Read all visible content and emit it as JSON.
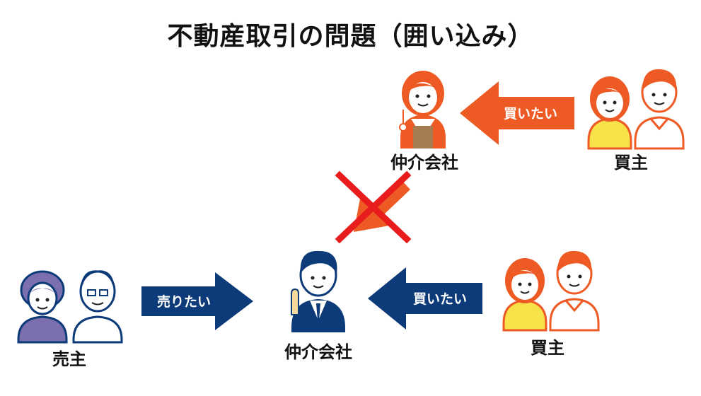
{
  "title": "不動産取引の問題（囲い込み）",
  "labels": {
    "agent_top": "仲介会社",
    "buyer_top": "買主",
    "seller": "売主",
    "agent_bottom": "仲介会社",
    "buyer_bottom": "買主"
  },
  "arrows": {
    "buyer_top_to_agent": "買いたい",
    "seller_to_agent": "売りたい",
    "buyer_bottom_to_agent": "買いたい"
  },
  "colors": {
    "orange": "#ee5a24",
    "navy": "#0d3a78",
    "seller_purple": "#7b6fb0",
    "cross_red": "#e81c1c",
    "yellow": "#f7e24a"
  }
}
